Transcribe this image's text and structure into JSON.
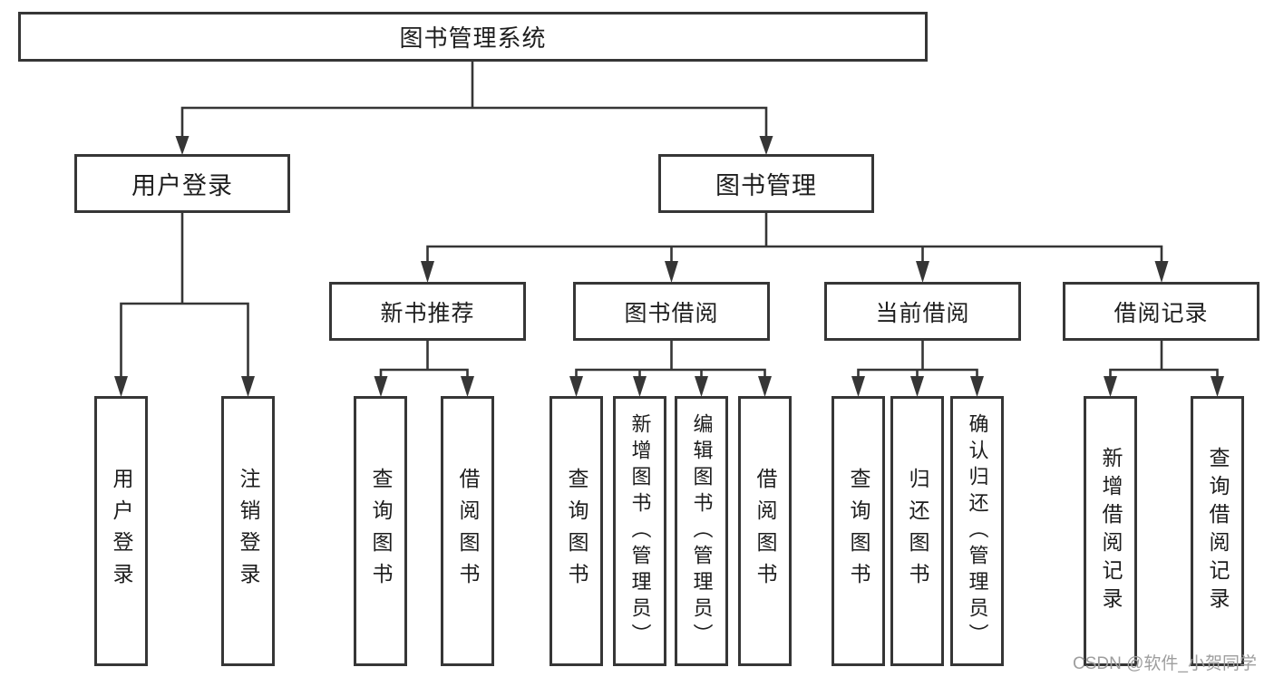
{
  "tree": {
    "label": "图书管理系统",
    "children": [
      {
        "label": "用户登录",
        "children": [
          {
            "label": "用户登录"
          },
          {
            "label": "注销登录"
          }
        ]
      },
      {
        "label": "图书管理",
        "children": [
          {
            "label": "新书推荐",
            "children": [
              {
                "label": "查询图书"
              },
              {
                "label": "借阅图书"
              }
            ]
          },
          {
            "label": "图书借阅",
            "children": [
              {
                "label": "查询图书"
              },
              {
                "label": "新增图书（管理员）"
              },
              {
                "label": "编辑图书（管理员）"
              },
              {
                "label": "借阅图书"
              }
            ]
          },
          {
            "label": "当前借阅",
            "children": [
              {
                "label": "查询图书"
              },
              {
                "label": "归还图书"
              },
              {
                "label": "确认归还（管理员）"
              }
            ]
          },
          {
            "label": "借阅记录",
            "children": [
              {
                "label": "新增借阅记录"
              },
              {
                "label": "查询借阅记录"
              }
            ]
          }
        ]
      }
    ]
  },
  "watermark": {
    "text": "CSDN @软件_小贺同学"
  },
  "colors": {
    "line": "#363636",
    "box_border": "#363636",
    "text": "#1d1d1d",
    "watermark_text": "#9e9e9e",
    "background": "#ffffff"
  }
}
